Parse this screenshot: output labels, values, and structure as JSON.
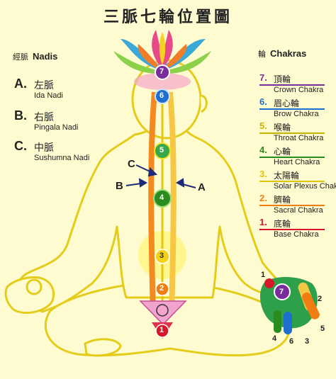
{
  "title": "三脈七輪位置圖",
  "nadis": {
    "heading_cn": "經脈",
    "heading_en": "Nadis",
    "items": [
      {
        "letter": "A.",
        "cn": "左脈",
        "en": "Ida Nadi"
      },
      {
        "letter": "B.",
        "cn": "右脈",
        "en": "Pingala Nadi"
      },
      {
        "letter": "C.",
        "cn": "中脈",
        "en": "Sushumna Nadi"
      }
    ]
  },
  "chakras": {
    "heading_cn": "輪",
    "heading_en": "Chakras",
    "items": [
      {
        "num": "7.",
        "cn": "頂輪",
        "en": "Crown Chakra",
        "color": "#7a2c9b"
      },
      {
        "num": "6.",
        "cn": "眉心輪",
        "en": "Brow Chakra",
        "color": "#1f6fd1"
      },
      {
        "num": "5.",
        "cn": "喉輪",
        "en": "Throat Chakra",
        "color": "#c9b300"
      },
      {
        "num": "4.",
        "cn": "心輪",
        "en": "Heart Chakra",
        "color": "#2a8c1e"
      },
      {
        "num": "3.",
        "cn": "太陽輪",
        "en": "Solar Plexus Chakra",
        "color": "#e2c20a"
      },
      {
        "num": "2.",
        "cn": "臍輪",
        "en": "Sacral Chakra",
        "color": "#f07d12"
      },
      {
        "num": "1.",
        "cn": "底輪",
        "en": "Base Chakra",
        "color": "#d8172b"
      }
    ]
  },
  "figure": {
    "channel_labels": {
      "a": "A",
      "b": "B",
      "c": "C"
    },
    "chakra_numbers": [
      "1",
      "2",
      "3",
      "4",
      "5",
      "6",
      "7"
    ],
    "hand_numbers": [
      "1",
      "2",
      "3",
      "4",
      "5",
      "6",
      "7"
    ]
  },
  "colors": {
    "background": "#fffbd0",
    "body_outline": "#e4cc1a",
    "left_channel": "#f28a20",
    "right_channel": "#f6c744",
    "central_channel": "#e2c90f"
  }
}
